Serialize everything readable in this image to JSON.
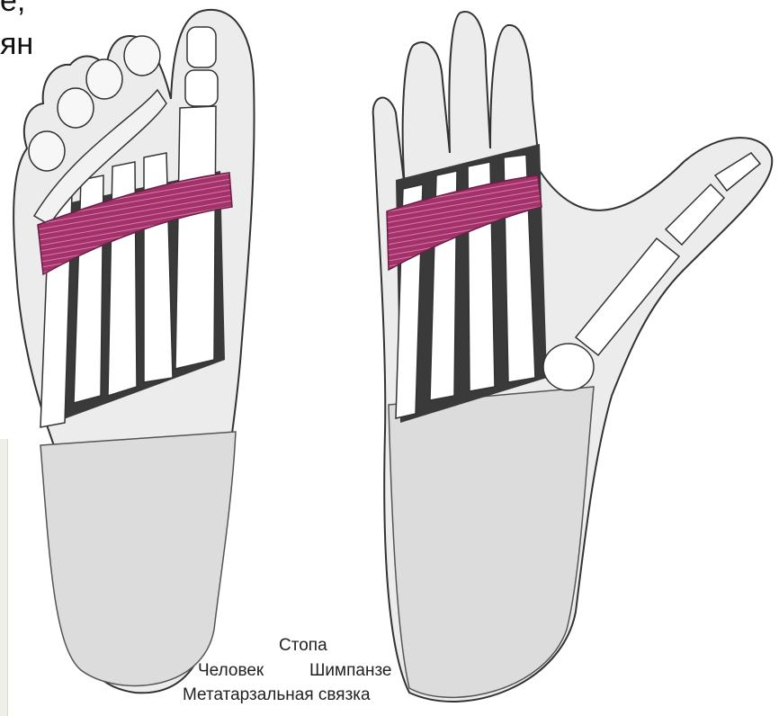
{
  "slide": {
    "top_fragment": "e,",
    "left_fragment": "ян"
  },
  "figure": {
    "label_foot": "Стопа",
    "label_human": "Человек",
    "label_chimp": "Шимпанзе",
    "label_ligament": "Метатарзальная связка"
  },
  "colors": {
    "ligament": "#a3326b",
    "skin": "#e2e2e2",
    "bone": "#ffffff",
    "outline": "#333333",
    "dark_gap": "#3a3a3a"
  }
}
